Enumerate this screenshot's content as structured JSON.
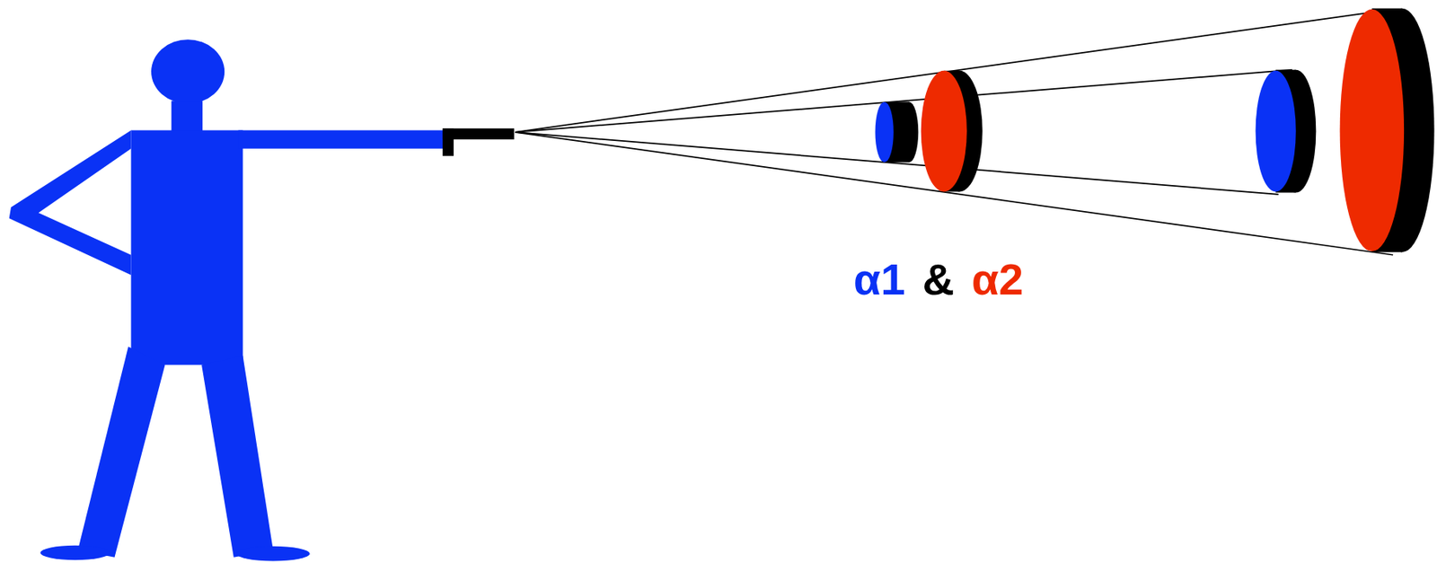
{
  "diagram": {
    "labels": [
      "α1",
      "&",
      "α2"
    ]
  }
}
